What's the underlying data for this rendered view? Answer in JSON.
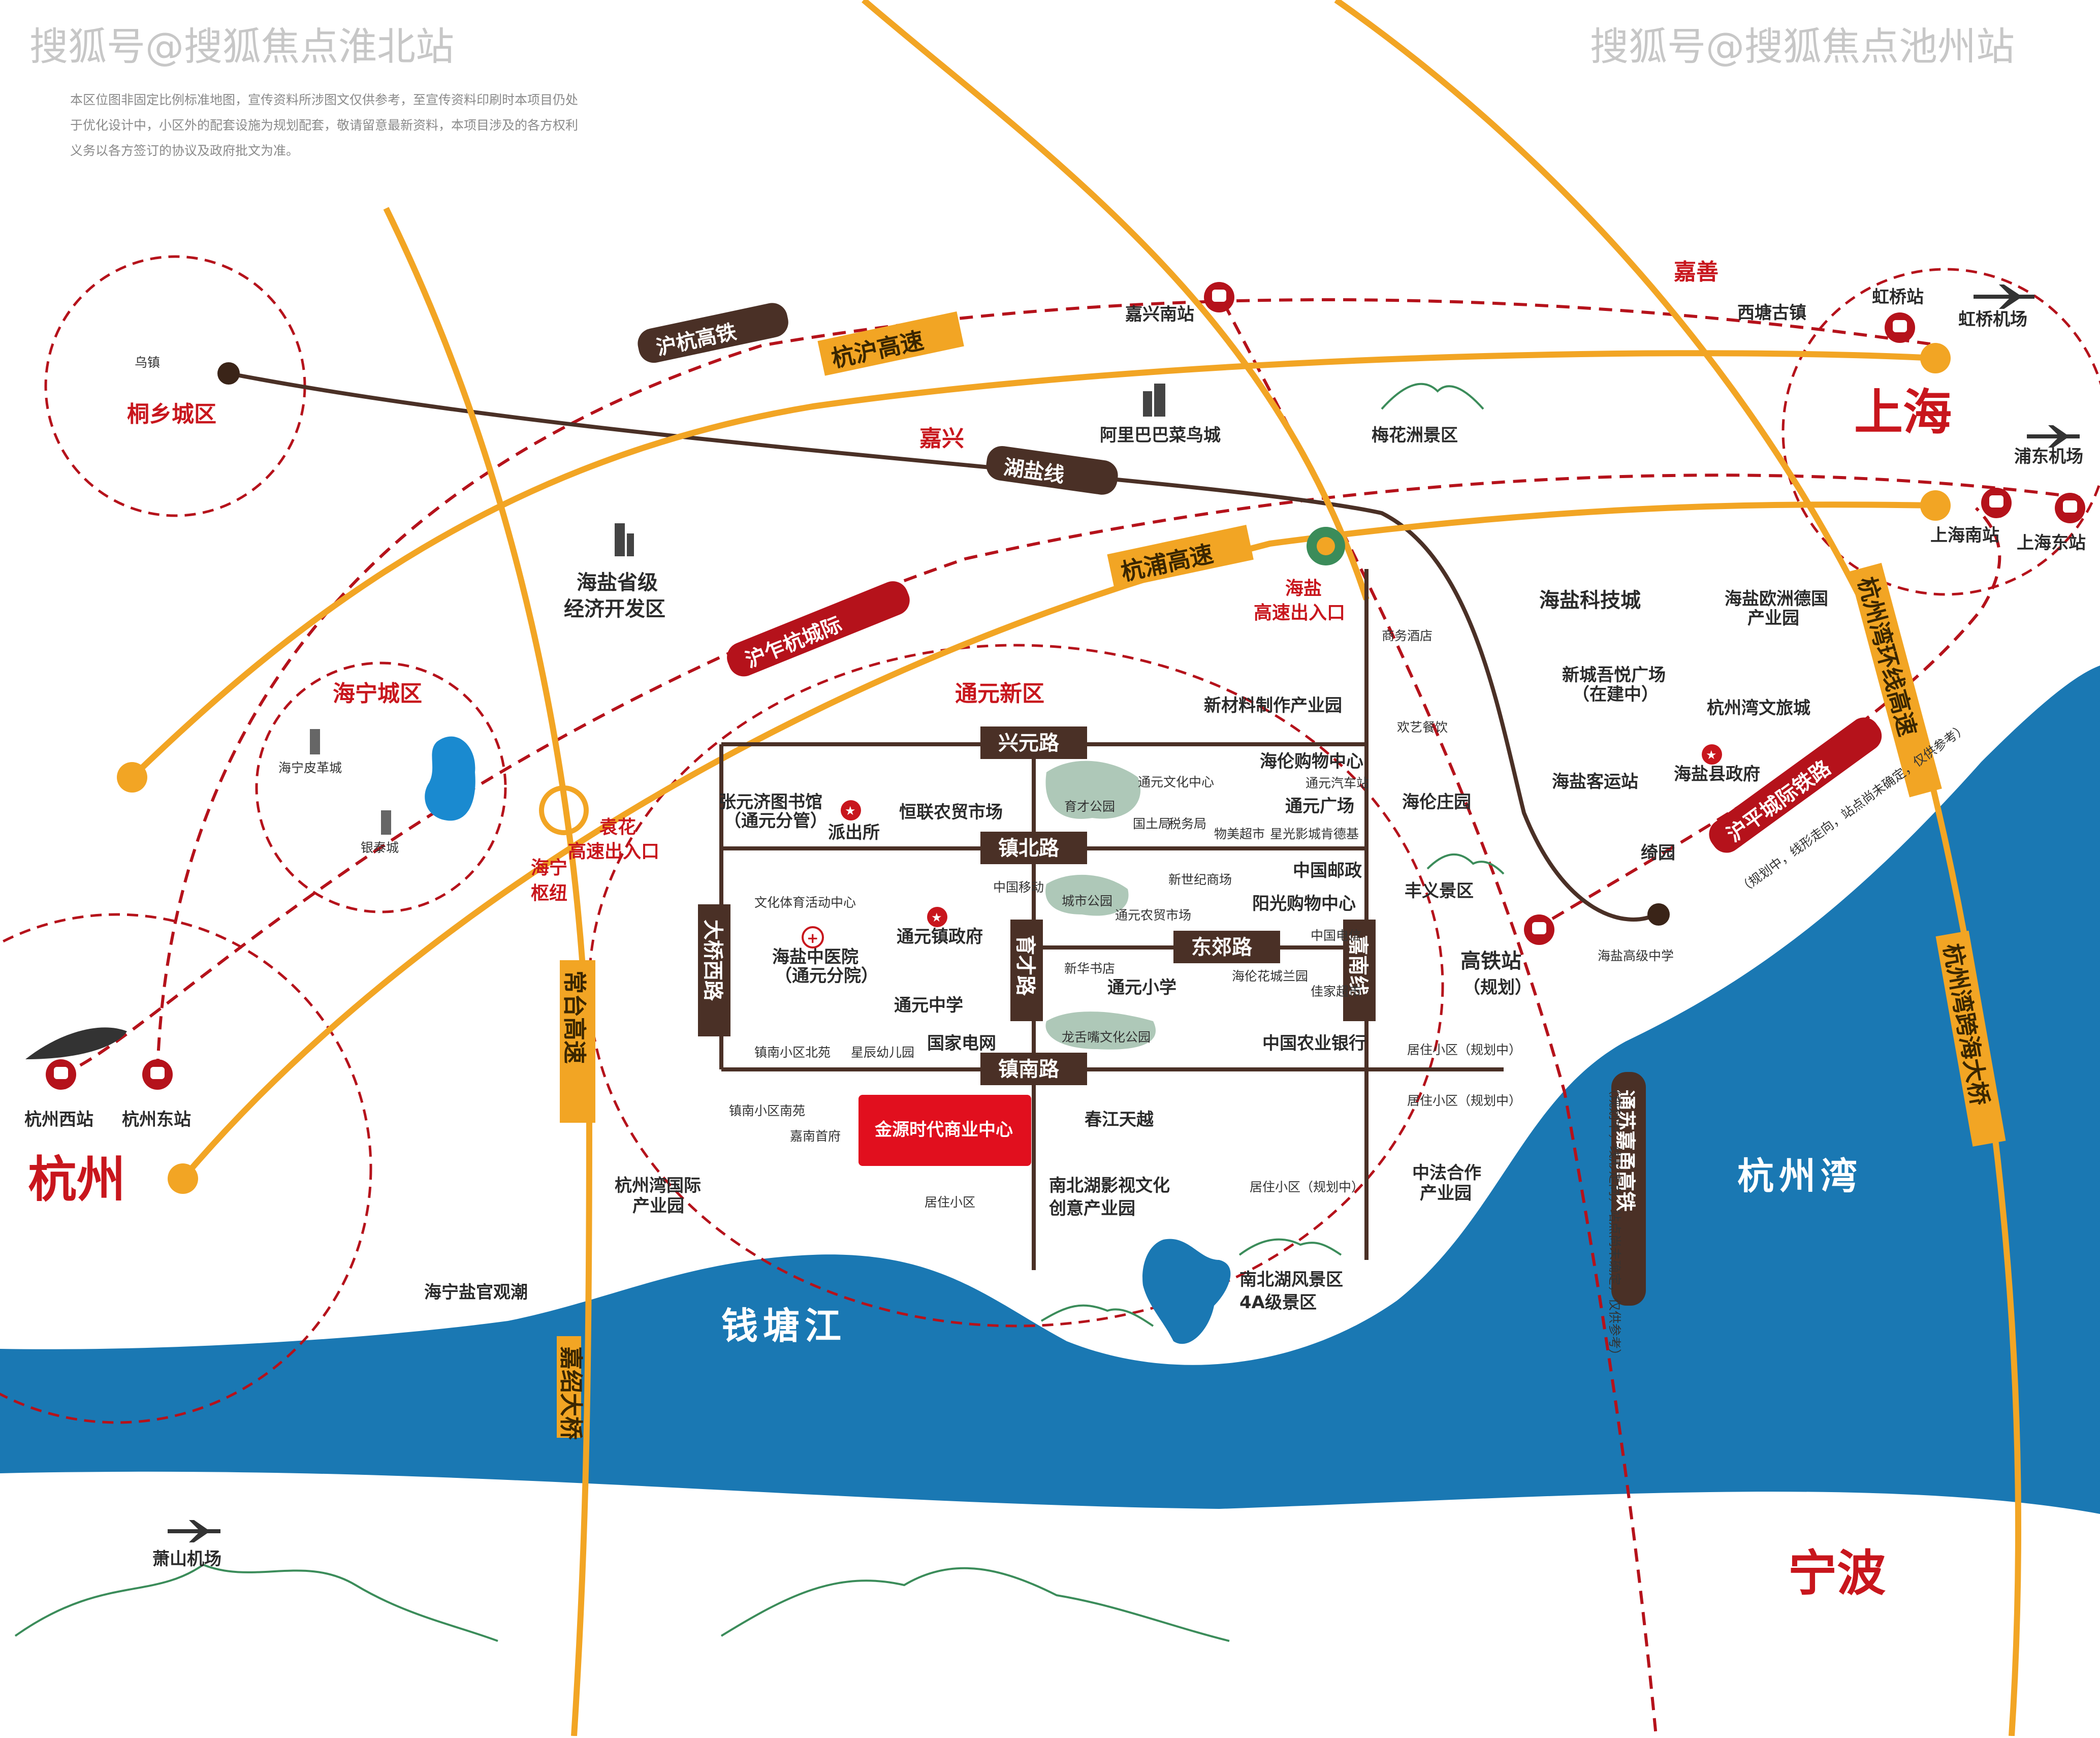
{
  "watermarks": {
    "left": "搜狐号@搜狐焦点淮北站",
    "right": "搜狐号@搜狐焦点池州站"
  },
  "disclaimer": [
    "本区位图非固定比例标准地图，宣传资料所涉图文仅供参考，至宣传资料印刷时本项目仍处",
    "于优化设计中，小区外的配套设施为规划配套，敬请留意最新资料，本项目涉及的各方权利",
    "义务以各方签订的协议及政府批文为准。"
  ],
  "cities": {
    "hangzhou": "杭州",
    "shanghai": "上海",
    "ningbo": "宁波"
  },
  "districts": {
    "tongxiang": "桐乡城区",
    "haining": "海宁城区",
    "tongyuan": "通元新区"
  },
  "places": {
    "wuzhen": "乌镇",
    "jiaxing": "嘉兴",
    "jiashan": "嘉善",
    "xitang": "西塘古镇",
    "hongqiao_station": "虹桥站",
    "hongqiao_airport": "虹桥机场",
    "pudong_airport": "浦东机场",
    "shanghai_south": "上海南站",
    "shanghai_east": "上海东站",
    "jiaxing_south": "嘉兴南站",
    "alibaba": "阿里巴巴菜鸟城",
    "meihuazhou": "梅花洲景区",
    "haiyan_dev_1": "海盐省级",
    "haiyan_dev_2": "经济开发区",
    "haiyan_exit_1": "海盐",
    "haiyan_exit_2": "高速出入口",
    "yuanhua_exit_1": "袁花",
    "yuanhua_exit_2": "高速出入口",
    "haining_hub_1": "海宁",
    "haining_hub_2": "枢纽",
    "pige": "海宁皮革城",
    "yintai": "银泰城",
    "hz_west": "杭州西站",
    "hz_east": "杭州东站",
    "hz_bay_park_1": "杭州湾国际",
    "hz_bay_park_2": "产业园",
    "guanchao": "海宁盐官观潮",
    "xiaoshan": "萧山机场",
    "tech_city": "海盐科技城",
    "europe_1": "海盐欧洲德国",
    "europe_2": "产业园",
    "wuyue_1": "新城吾悦广场",
    "wuyue_2": "（在建中）",
    "bay_culture": "杭州湾文旅城",
    "bus_station": "海盐客运站",
    "county_gov": "海盐县政府",
    "qiyuan": "绮园",
    "haiyan_high": "海盐高级中学",
    "hsr_1": "高铁站",
    "hsr_2": "（规划）",
    "new_material": "新材料制作产业园",
    "hotel": "商务酒店",
    "art": "欢艺餐饮",
    "hailun_village": "海伦庄园",
    "fengyi": "丰义景区",
    "library_1": "张元济图书馆",
    "library_2": "（通元分管）",
    "police": "派出所",
    "market": "恒联农贸市场",
    "culture_center": "通元文化中心",
    "hailun_mall": "海伦购物中心",
    "auto_station": "通元汽车站",
    "yucai_park": "育才公园",
    "land_bureau": "国土局",
    "tax_bureau": "税务局",
    "wumei": "物美超市",
    "xingguang": "星光影城",
    "kfc": "肯德基",
    "tongyuan_square": "通元广场",
    "china_post": "中国邮政",
    "sports_center": "文化体育活动中心",
    "china_mobile": "中国移动",
    "xinshiji": "新世纪商场",
    "city_park": "城市公园",
    "farm_market": "通元农贸市场",
    "yangguang_mall": "阳光购物中心",
    "gov": "通元镇政府",
    "hospital_1": "海盐中医院",
    "hospital_2": "（通元分院）",
    "telecom": "中国电信",
    "xinhua": "新华书店",
    "primary": "通元小学",
    "hailun_garden": "海伦花城兰园",
    "jiayu": "佳家超市",
    "middle": "通元中学",
    "longshe_park": "龙舌嘴文化公园",
    "abc": "中国农业银行",
    "north_garden": "镇南小区北苑",
    "kinder": "星辰幼儿园",
    "grid": "国家电网",
    "resident_plan1": "居住小区（规划中）",
    "resident_plan2": "居住小区（规划中）",
    "south_garden_1": "镇南小区南苑",
    "south_garden_2": "嘉南首府",
    "project": "金源时代商业中心",
    "chunjiang": "春江天越",
    "resident": "居住小区",
    "nanbei_film_1": "南北湖影视文化",
    "nanbei_film_2": "创意产业园",
    "resident_plan3": "居住小区（规划中）",
    "zhongfa_1": "中法合作",
    "zhongfa_2": "产业园",
    "nanbei_scenic_1": "南北湖风景区",
    "nanbei_scenic_2": "4A级景区"
  },
  "roads": {
    "xingyuan": "兴元路",
    "zhenbei": "镇北路",
    "zhennan": "镇南路",
    "dongjiao": "东郊路",
    "daqiao": "大桥西路",
    "yucai": "育才路",
    "jianan": "嘉南线"
  },
  "highways": {
    "hanghu": "杭沪高速",
    "hangpu": "杭浦高速",
    "changtai": "常台高速",
    "hzbay_ring": "杭州湾环线高速",
    "hzbay_bridge": "杭州湾跨海大桥",
    "jiashao": "嘉绍大桥"
  },
  "railways": {
    "huhang": "沪杭高铁",
    "huhai": "湖盐线",
    "huzhahang": "沪乍杭城际",
    "huping": "沪平城际铁路",
    "tongsu": "通苏嘉甬高铁"
  },
  "notes": {
    "tongsu_note": "（规划中，线形走向，站点尚未确定，仅供参考）",
    "huping_note": "（规划中，线形走向，站点尚未确定，仅供参考）"
  },
  "water": {
    "qiantang": "钱塘江",
    "hzbay": "杭州湾"
  },
  "colors": {
    "water": "#1a78b3",
    "highway": "#f2a524",
    "road": "#4a3026",
    "rail_red": "#b5121b",
    "accent": "#c8161d",
    "green": "#3b8c5a"
  }
}
